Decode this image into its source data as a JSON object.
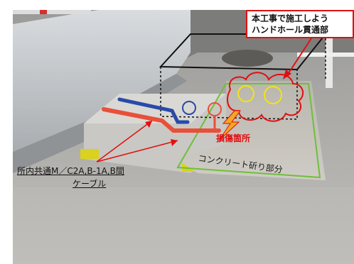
{
  "callout": {
    "line1": "本工事で施工しよう",
    "line2": "ハンドホール貫通部"
  },
  "labels": {
    "damage": "損傷箇所",
    "concrete": "コンクリート斫り部分",
    "cable_line1": "所内共通M／C2A,B-1A,B間",
    "cable_line2": "ケーブル"
  },
  "colors": {
    "callout_border": "#e01010",
    "damage_text": "#e01010",
    "red_cable": "#e8503a",
    "blue_cable": "#2a4aa8",
    "concrete_outline": "#6fbf3a",
    "lightning": "#f5a623",
    "handhole_circles": "#f2e21a"
  }
}
